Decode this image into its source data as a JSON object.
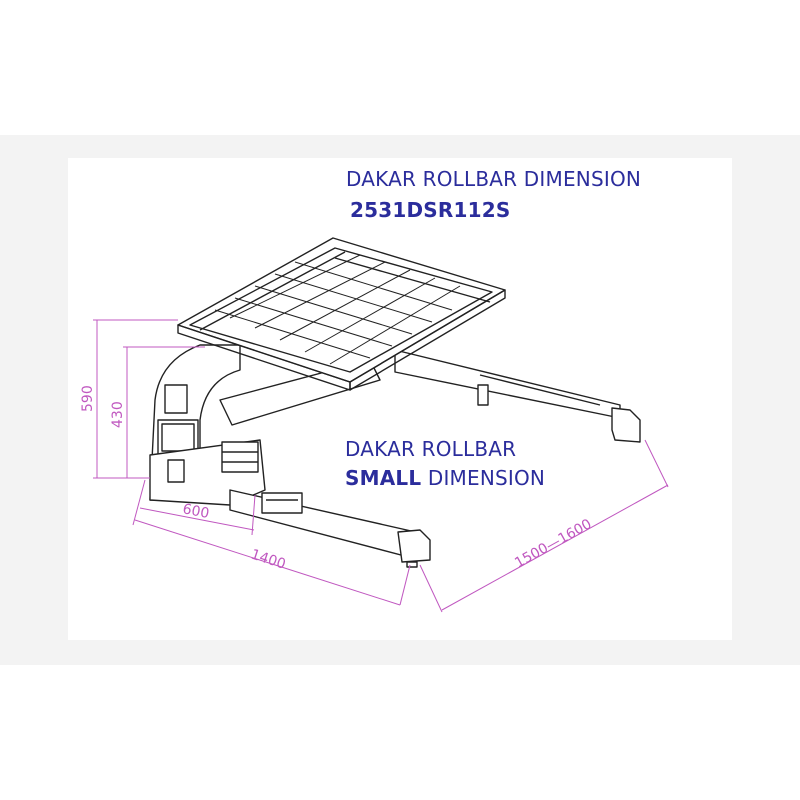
{
  "title": {
    "line1": "DAKAR ROLLBAR DIMENSION",
    "part_number": "2531DSR112S"
  },
  "subtitle": {
    "line1": "DAKAR ROLLBAR",
    "bold_word": "SMALL",
    "rest": "DIMENSION"
  },
  "dimensions": {
    "height_total": "590",
    "height_bar": "430",
    "depth": "600",
    "length": "1400",
    "width": "1500—1600"
  },
  "colors": {
    "text": "#2b2d9c",
    "dimension": "#c058c0",
    "drawing": "#222222",
    "band": "#f3f3f3"
  }
}
